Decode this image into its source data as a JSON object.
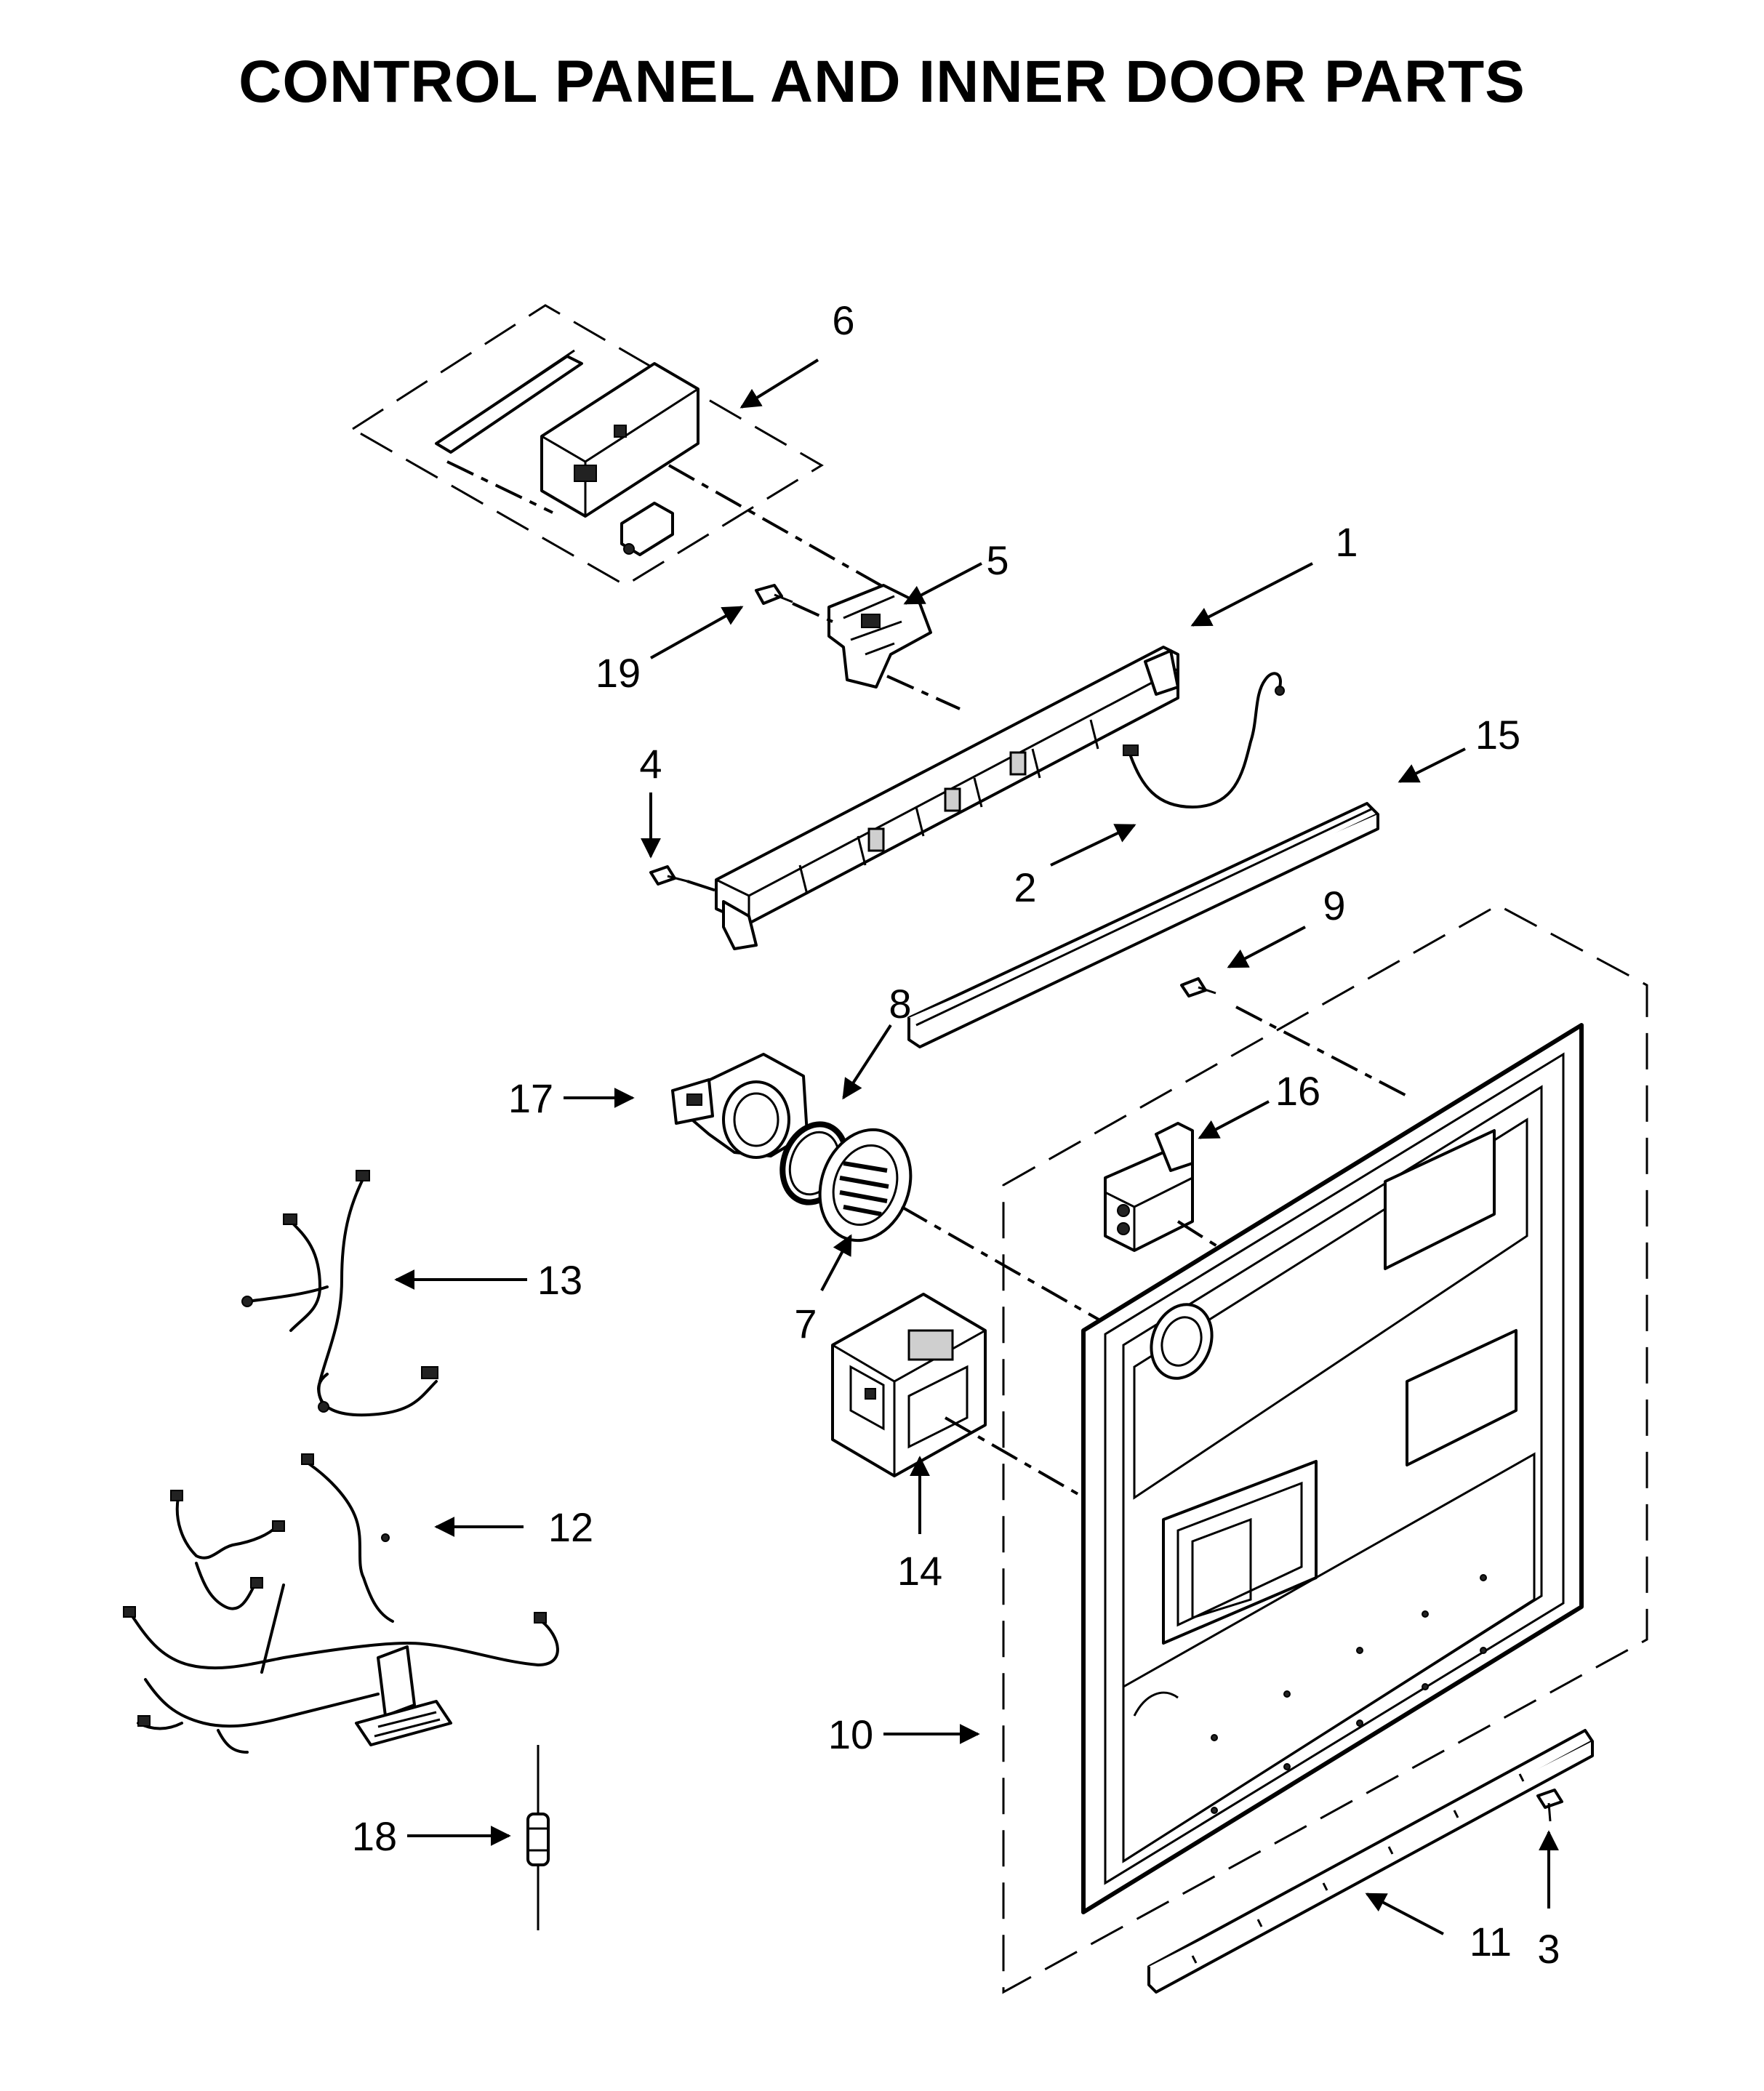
{
  "title": "CONTROL PANEL AND INNER DOOR PARTS",
  "callouts": [
    {
      "id": "1",
      "label": "1"
    },
    {
      "id": "2",
      "label": "2"
    },
    {
      "id": "3",
      "label": "3"
    },
    {
      "id": "4",
      "label": "4"
    },
    {
      "id": "5",
      "label": "5"
    },
    {
      "id": "6",
      "label": "6"
    },
    {
      "id": "7",
      "label": "7"
    },
    {
      "id": "8",
      "label": "8"
    },
    {
      "id": "9",
      "label": "9"
    },
    {
      "id": "10",
      "label": "10"
    },
    {
      "id": "11",
      "label": "11"
    },
    {
      "id": "12",
      "label": "12"
    },
    {
      "id": "13",
      "label": "13"
    },
    {
      "id": "14",
      "label": "14"
    },
    {
      "id": "15",
      "label": "15"
    },
    {
      "id": "16",
      "label": "16"
    },
    {
      "id": "17",
      "label": "17"
    },
    {
      "id": "18",
      "label": "18"
    },
    {
      "id": "19",
      "label": "19"
    }
  ]
}
